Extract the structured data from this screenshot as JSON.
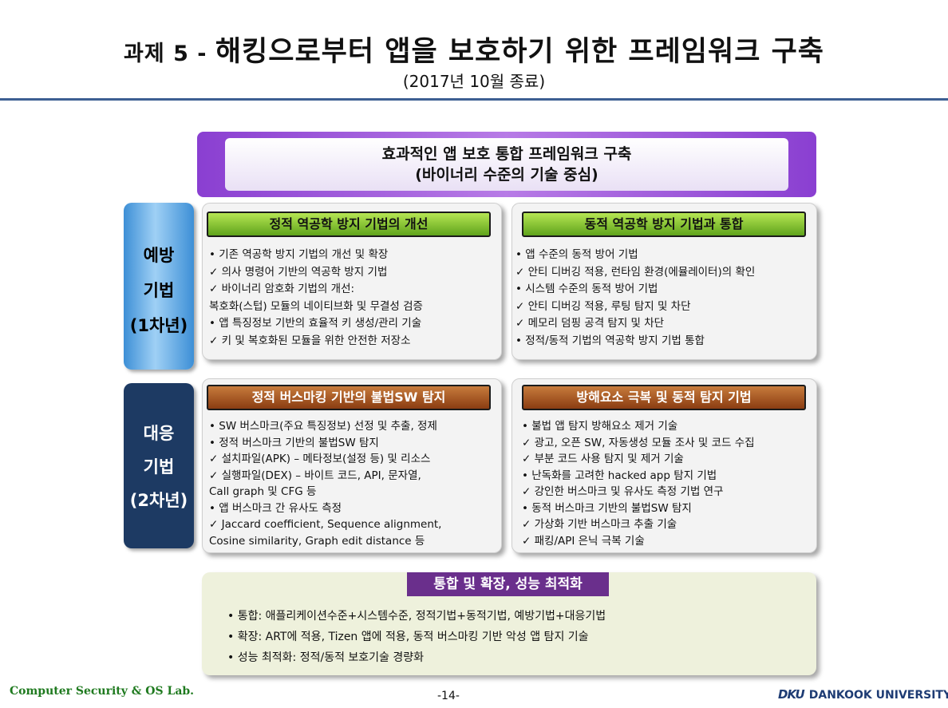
{
  "header": {
    "title_prefix": "과제 5 - ",
    "title_main": "해킹으로부터 앱을 보호하기 위한 프레임워크 구축",
    "subtitle": "(2017년 10월 종료)"
  },
  "banner": {
    "line1": "효과적인 앱 보호 통합 프레임워크 구축",
    "line2": "(바이너리 수준의 기술 중심)"
  },
  "side_labels": {
    "prevention": [
      "예방",
      "기법",
      "(1차년)"
    ],
    "response": [
      "대응",
      "기법",
      "(2차년)"
    ]
  },
  "panels": {
    "static_prevention": {
      "title": "정적 역공학 방지 기법의 개선",
      "lines": [
        "•  기존 역공학 방지 기법의 개선 및 확장",
        "     ✓ 의사 명령어 기반의 역공학 방지 기법",
        "     ✓ 바이너리 암호화 기법의 개선:",
        "        복호화(스텁) 모듈의 네이티브화 및 무결성 검증",
        "•  앱 특징정보 기반의 효율적 키 생성/관리 기술",
        "     ✓ 키 및 복호화된 모듈을 위한 안전한 저장소"
      ]
    },
    "dynamic_prevention": {
      "title": "동적 역공학 방지 기법과 통합",
      "lines": [
        "•  앱 수준의 동적 방어 기법",
        "     ✓ 안티 디버깅 적용, 런타임 환경(에뮬레이터)의 확인",
        "•  시스템 수준의 동적 방어 기법",
        "     ✓ 안티 디버깅 적용, 루팅 탐지 및 차단",
        "     ✓ 메모리 덤핑 공격 탐지 및 차단",
        "•  정적/동적 기법의 역공학 방지 기법 통합"
      ]
    },
    "static_response": {
      "title": "정적 버스마킹 기반의 불법SW 탐지",
      "lines": [
        "•  SW 버스마크(주요 특징정보) 선정 및 추출, 정제",
        "•  정적 버스마크 기반의 불법SW 탐지",
        "     ✓ 설치파일(APK) – 메타정보(설정 등) 및 리소스",
        "     ✓ 실행파일(DEX) – 바이트 코드, API, 문자열,",
        "                          Call graph 및 CFG 등",
        "•  앱 버스마크 간 유사도 측정",
        "     ✓ Jaccard coefficient, Sequence alignment,",
        "        Cosine similarity, Graph edit distance 등"
      ]
    },
    "dynamic_response": {
      "title": "방해요소 극복 및 동적 탐지 기법",
      "lines": [
        "•  불법 앱 탐지 방해요소 제거 기술",
        "     ✓ 광고, 오픈 SW, 자동생성 모듈 조사 및 코드 수집",
        "     ✓ 부분 코드 사용 탐지 및 제거 기술",
        "•  난독화를 고려한 hacked app 탐지 기법",
        "     ✓ 강인한 버스마크 및 유사도 측정 기법 연구",
        "•  동적 버스마크 기반의 불법SW 탐지",
        "     ✓ 가상화 기반 버스마크 추출 기술",
        "     ✓ 패킹/API 은닉 극복 기술"
      ]
    }
  },
  "integration": {
    "title": "통합 및 확장, 성능 최적화",
    "lines": [
      "•  통합: 애플리케이션수준+시스템수준,  정적기법+동적기법, 예방기법+대응기법",
      "•  확장: ART에 적용, Tizen 앱에 적용, 동적 버스마킹 기반 악성 앱 탐지 기술",
      "•  성능 최적화: 정적/동적 보호기술 경량화"
    ]
  },
  "footer": {
    "lab": "Computer Security & OS Lab.",
    "page": "-14-",
    "univ_mark": "DKU",
    "univ": "DANKOOK UNIVERSITY"
  }
}
